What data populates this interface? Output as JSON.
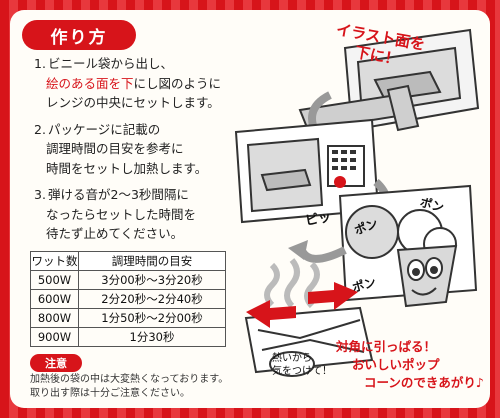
{
  "title": "作り方",
  "steps": [
    {
      "num": "1.",
      "lines": [
        "ビニール袋から出し、"
      ],
      "red": "絵のある面を下",
      "after": "にし図のように",
      "last": "レンジの中央にセットします。"
    },
    {
      "num": "2.",
      "lines": [
        "パッケージに記載の",
        "調理時間の目安を参考に",
        "時間をセットし加熱します。"
      ]
    },
    {
      "num": "3.",
      "lines": [
        "弾ける音が2～3秒間隔に",
        "なったらセットした時間を",
        "待たず止めてください。"
      ]
    }
  ],
  "table": {
    "headers": [
      "ワット数",
      "調理時間の目安"
    ],
    "rows": [
      [
        "500W",
        "3分00秒～3分20秒"
      ],
      [
        "600W",
        "2分20秒～2分40秒"
      ],
      [
        "800W",
        "1分50秒～2分00秒"
      ],
      [
        "900W",
        "1分30秒"
      ]
    ]
  },
  "note": {
    "label": "注意",
    "lines": [
      "加熱後の袋の中は大変熱くなっております。",
      "取り出す際は十分ご注意ください。"
    ]
  },
  "captions": {
    "top": [
      "イラスト面を",
      "下に！"
    ],
    "sfx_pi": "ピッ",
    "sfx_pon1": "ポン",
    "sfx_pon2": "ポン",
    "sfx_pon3": "ポン",
    "hot": [
      "熱いから",
      "気をつけて！"
    ],
    "bottom": [
      "対角に引っぱる！",
      "おいしいポップ",
      "コーンのできあがり♪"
    ]
  },
  "colors": {
    "accent": "#d7141a",
    "panel": "#fffdf8",
    "illustration_fill": "#cfcfcf",
    "line": "#333333"
  }
}
